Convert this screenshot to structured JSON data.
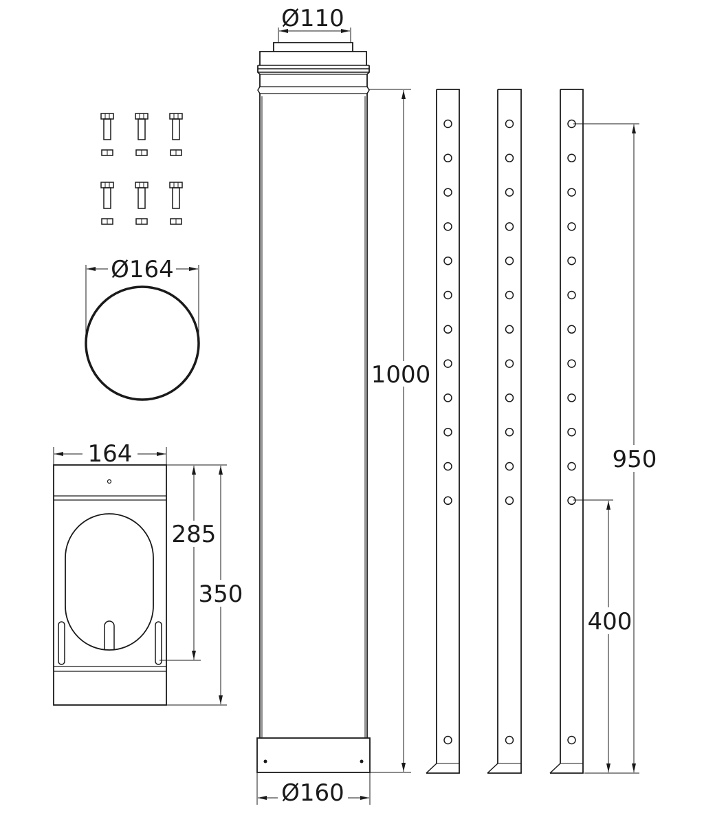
{
  "dimensions": {
    "pipe_outlet_diameter": "Ø110",
    "pipe_length": "1000",
    "pipe_base_diameter": "Ø160",
    "cap_diameter": "Ø164",
    "sleeve_width": "164",
    "sleeve_hole_height": "285",
    "sleeve_height": "350",
    "bracket_length": "950",
    "bracket_hole_height": "400"
  },
  "bracket_hole_count": 13,
  "bolt_count": 6
}
